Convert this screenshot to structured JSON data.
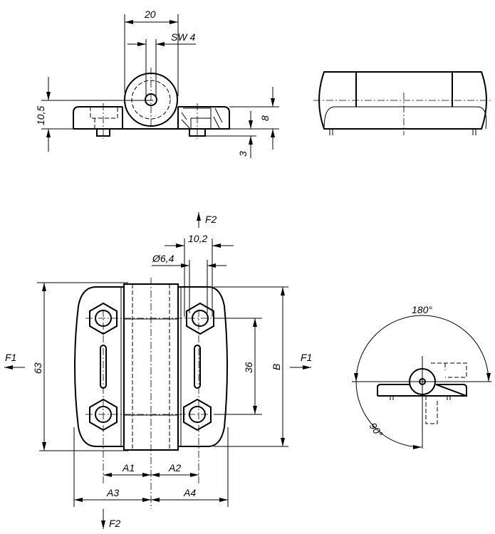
{
  "drawing": {
    "top_view": {
      "width_label": "20",
      "wrench_label": "SW 4",
      "height_label": "10,5",
      "plate_label": "8",
      "foot_label": "3"
    },
    "main_view": {
      "force_f2_top": "F2",
      "force_f2_bottom": "F2",
      "force_f1_left": "F1",
      "force_f1_right": "F1",
      "hole_spacing_label": "10,2",
      "hole_diameter_label": "Ø6,4",
      "overall_height_label": "63",
      "hole_pitch_label": "36",
      "leaf_height_label": "B",
      "a1": "A1",
      "a2": "A2",
      "a3": "A3",
      "a4": "A4"
    },
    "rotation_view": {
      "open_angle": "180°",
      "closed_angle": "90°"
    }
  }
}
